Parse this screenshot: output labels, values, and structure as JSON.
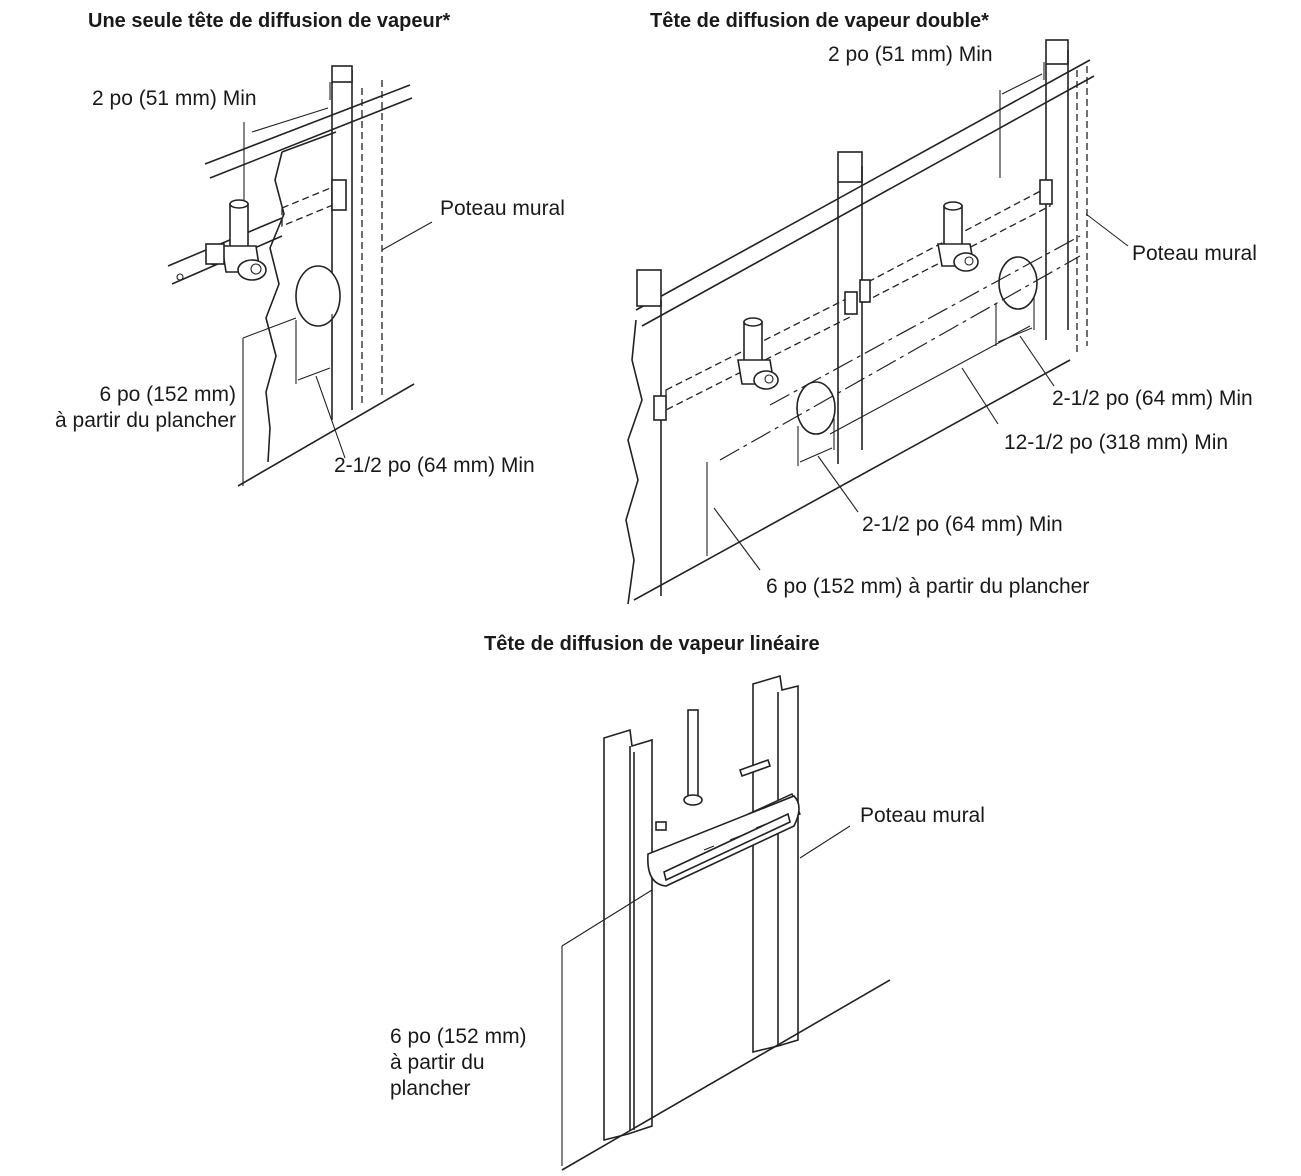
{
  "single": {
    "title": "Une seule tête de diffusion de vapeur*",
    "dim_top": "2 po (51 mm) Min",
    "stud": "Poteau mural",
    "floor_line1": "6 po (152 mm)",
    "floor_line2": "à partir du plancher",
    "dim_hole": "2-1/2 po (64 mm) Min"
  },
  "double": {
    "title": "Tête de diffusion de vapeur double*",
    "dim_top": "2 po (51 mm) Min",
    "stud": "Poteau mural",
    "dim_right_hole": "2-1/2 po (64 mm) Min",
    "dim_spacing": "12-1/2 po (318 mm) Min",
    "dim_left_hole": "2-1/2 po (64 mm) Min",
    "floor": "6 po (152 mm) à partir du plancher"
  },
  "linear": {
    "title": "Tête de diffusion de vapeur linéaire",
    "stud": "Poteau mural",
    "floor_line1": "6 po (152 mm)",
    "floor_line2": "à partir du",
    "floor_line3": "plancher"
  }
}
